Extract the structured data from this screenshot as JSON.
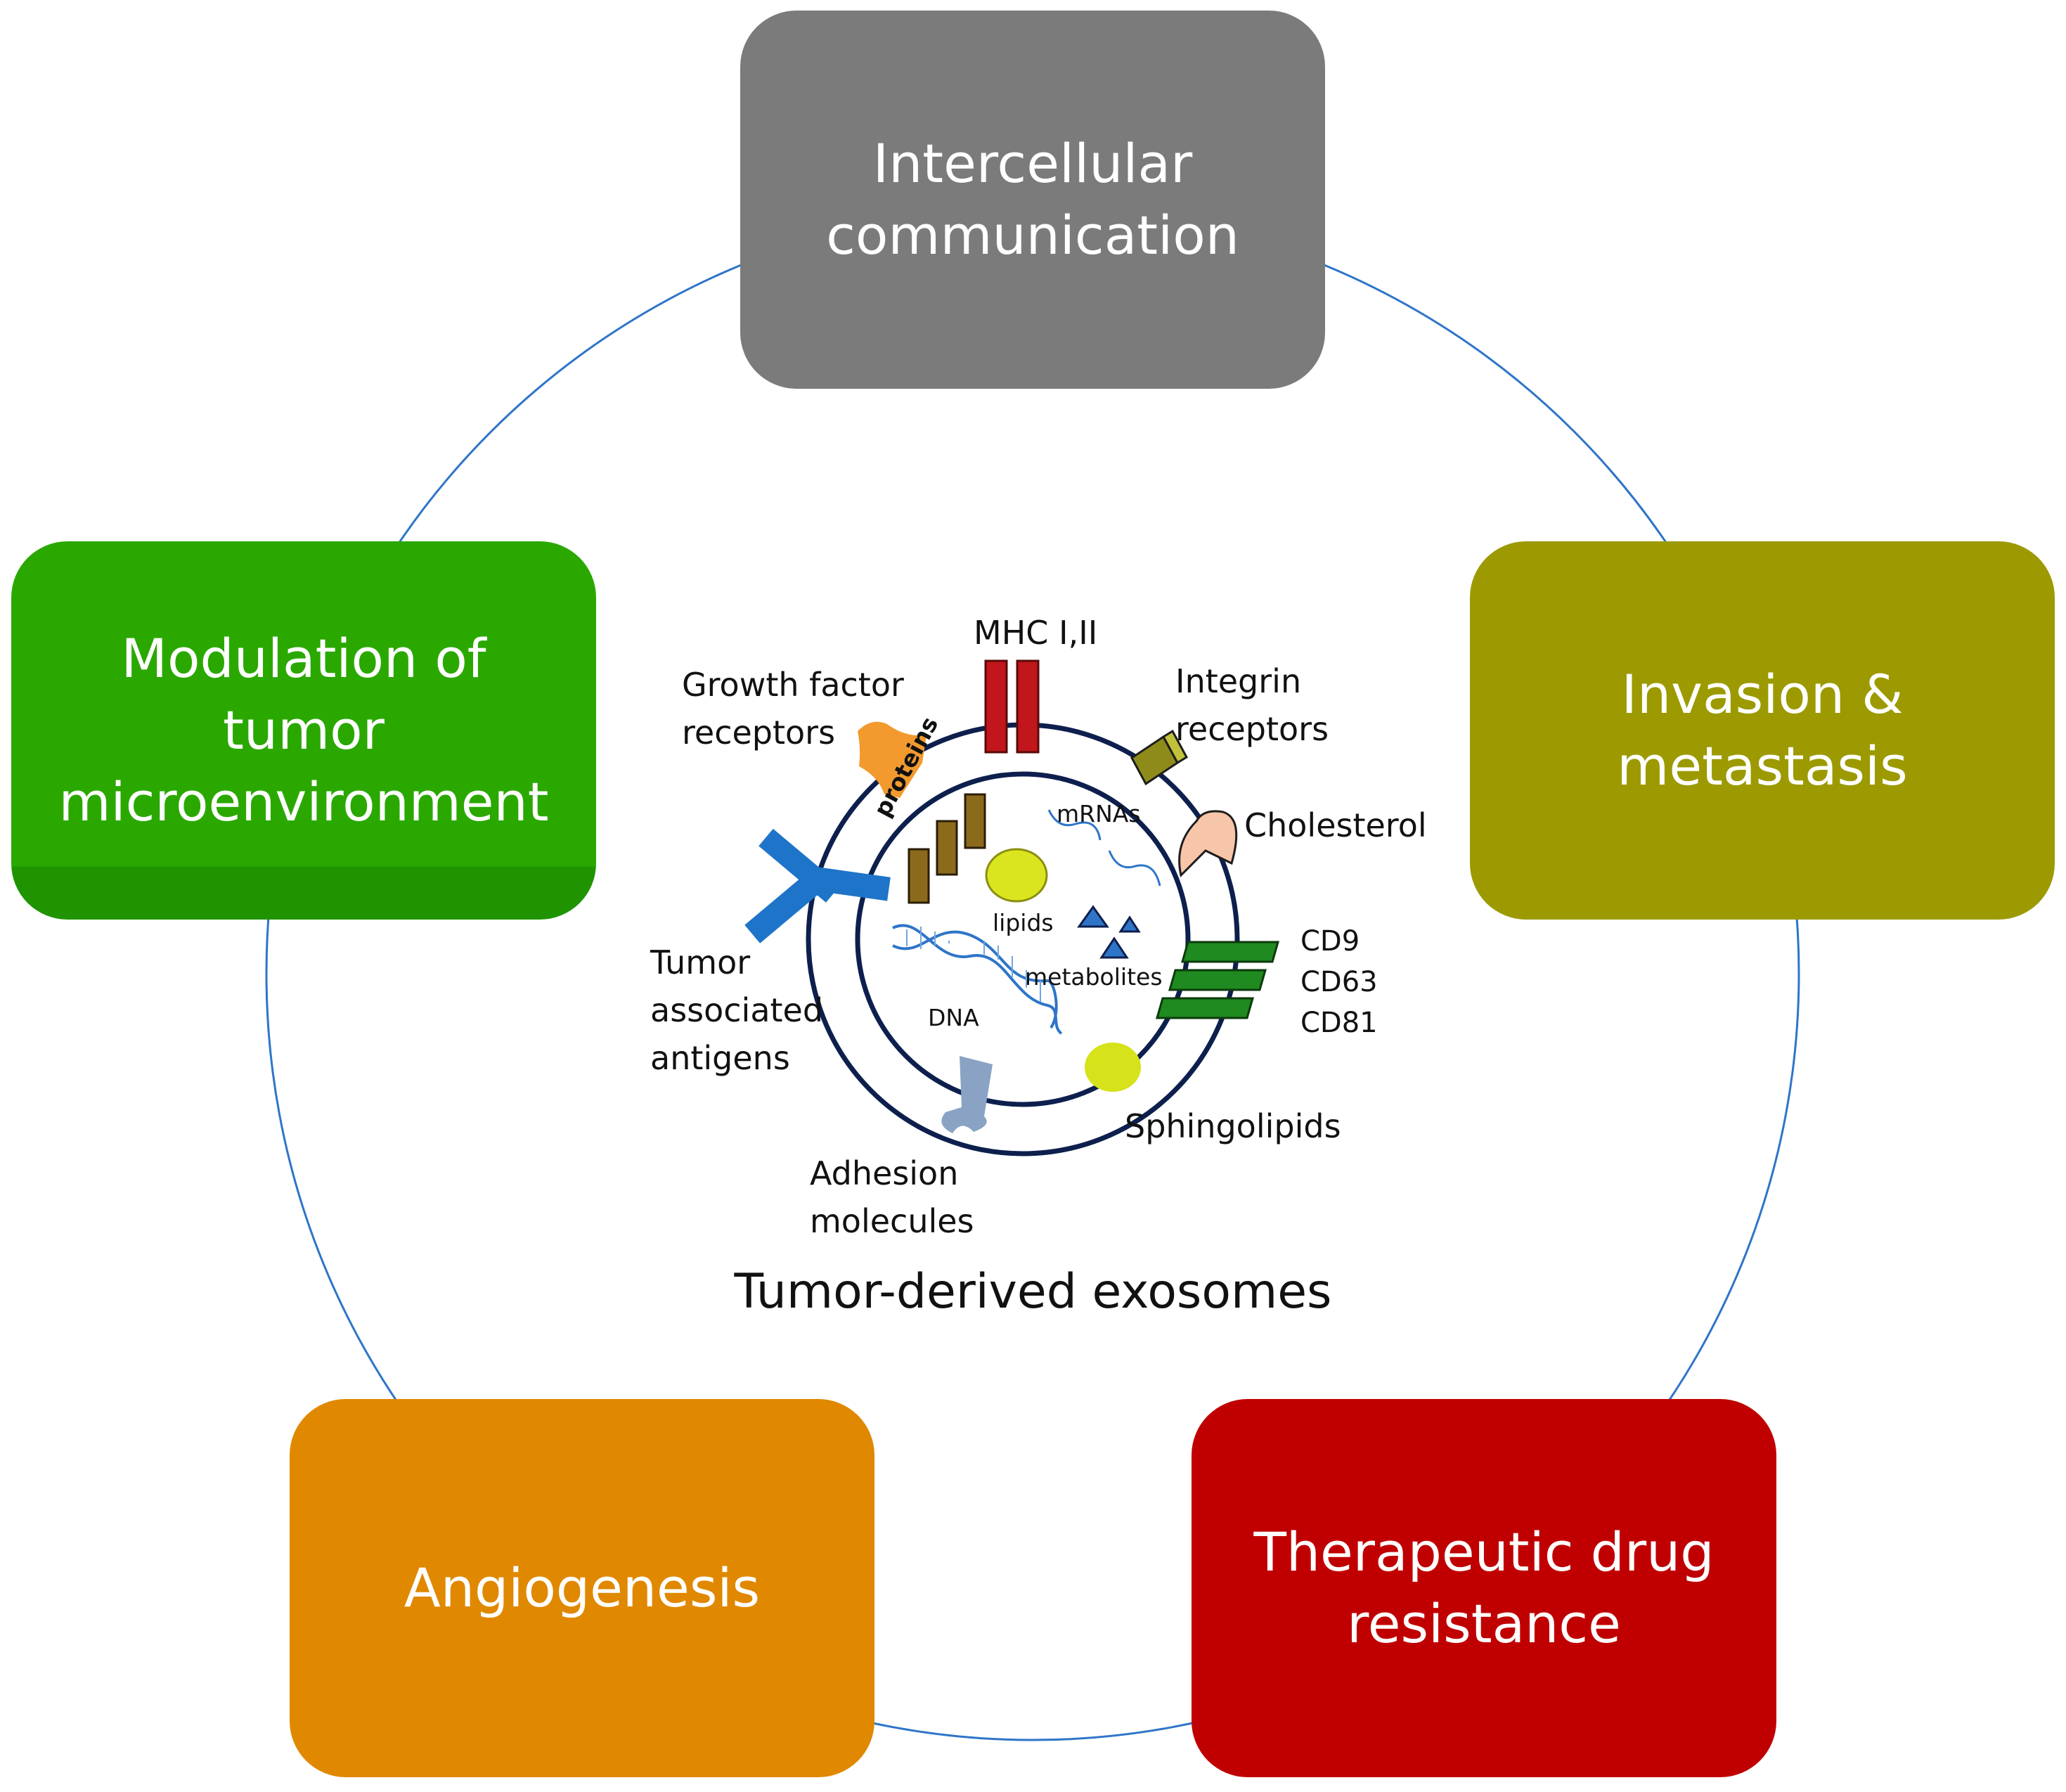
{
  "boxes": {
    "top": {
      "text": "Intercellular\ncommunication",
      "color": "#7b7b7b"
    },
    "right": {
      "text": "Invasion &\nmetastasis",
      "color": "#9c9a00"
    },
    "bottom_right": {
      "text": "Therapeutic drug\nresistance",
      "color": "#c00000"
    },
    "bottom_left": {
      "text": "Angiogenesis",
      "color": "#e08800"
    },
    "left": {
      "text": "Modulation of\ntumor\nmicroenvironment",
      "color": "#2aa800"
    }
  },
  "exosome": {
    "title": "Tumor-derived exosomes",
    "outer_labels": {
      "mhc": "MHC I,II",
      "integrin": "Integrin\nreceptors",
      "growth_factor": "Growth factor\nreceptors",
      "cholesterol": "Cholesterol",
      "tetraspanin_1": "CD9",
      "tetraspanin_2": "CD63",
      "tetraspanin_3": "CD81",
      "tumor_antigens": "Tumor\nassociated\nantigens",
      "sphingolipids": "Sphingolipids",
      "adhesion": "Adhesion\nmolecules"
    },
    "inner_labels": {
      "proteins": "proteins",
      "mrnas": "mRNAs",
      "lipids": "lipids",
      "metabolites": "metabolites",
      "dna": "DNA"
    }
  },
  "colors": {
    "ring_line": "#2e75c8",
    "membrane": "#0d1f4d",
    "mhc": "#c0161c",
    "growth_factor": "#f29a2e",
    "integrin": "#8e8b1a",
    "cholesterol": "#f7c6a8",
    "tetraspanin": "#1f8a1f",
    "antigen": "#1e74c8",
    "adhesion": "#8aa3c4",
    "sphingolipid": "#d6e21a",
    "protein": "#8b6a1c",
    "lipid": "#dbe51f",
    "metabolite": "#2e75c8"
  }
}
